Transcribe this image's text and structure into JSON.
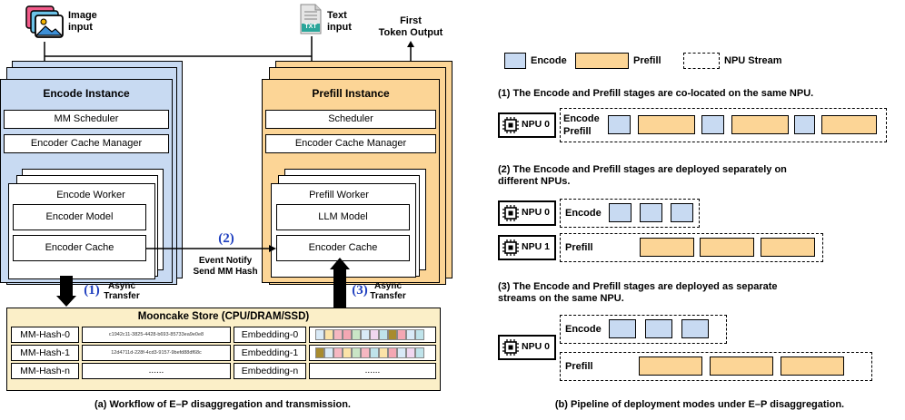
{
  "inputs": {
    "image": "Image\ninput",
    "text": "Text\ninput",
    "txt_icon": "TXT",
    "output": "First\nToken Output"
  },
  "encode": {
    "title": "Encode Instance",
    "scheduler": "MM Scheduler",
    "cache_manager": "Encoder Cache Manager",
    "worker": "Encode Worker",
    "model": "Encoder Model",
    "cache": "Encoder Cache"
  },
  "prefill": {
    "title": "Prefill Instance",
    "scheduler": "Scheduler",
    "cache_manager": "Encoder Cache Manager",
    "worker": "Prefill Worker",
    "model": "LLM Model",
    "cache": "Encoder Cache"
  },
  "steps": {
    "s1": "(1)",
    "s1_label": "Async\nTransfer",
    "s2": "(2)",
    "s2_label": "Event Notify\nSend MM Hash",
    "s3": "(3)",
    "s3_label": "Async\nTransfer"
  },
  "store": {
    "title": "Mooncake Store (CPU/DRAM/SSD)",
    "rows": [
      {
        "key": "MM-Hash-0",
        "hash": "c1942c11-3825-4428-b693-85733ea9e0e8",
        "emb": "Embedding-0"
      },
      {
        "key": "MM-Hash-1",
        "hash": "12d4711d-228f-4cd3-9157-9befd88df68c",
        "emb": "Embedding-1"
      },
      {
        "key": "MM-Hash-n",
        "hash": "......",
        "emb": "Embedding-n",
        "vec": "......"
      }
    ],
    "vec_colors": [
      [
        "#d9eaf7",
        "#fbe3a8",
        "#f6b7c1",
        "#f4a7b3",
        "#c9e5c6",
        "#d9eaf7",
        "#f0d7f0",
        "#bfe3ea",
        "#a88b2e",
        "#f4a7b3",
        "#d9eaf7",
        "#bfe3ea"
      ],
      [
        "#a88b2e",
        "#d9eaf7",
        "#f6b7c1",
        "#fbe3a8",
        "#c9e5c6",
        "#f6b7c1",
        "#bfe3ea",
        "#fbe3a8",
        "#f4a7b3",
        "#d9eaf7",
        "#f0d7f0",
        "#bfe3ea"
      ]
    ]
  },
  "caption_a": "(a) Workflow of E–P disaggregation and transmission.",
  "caption_b": "(b) Pipeline of deployment modes under E–P disaggregation.",
  "legend": {
    "encode": "Encode",
    "prefill": "Prefill",
    "stream": "NPU Stream"
  },
  "modes": {
    "m1": "(1) The Encode and Prefill stages are co-located on the same NPU.",
    "m2": "(2) The Encode and Prefill stages are deployed separately on\ndifferent NPUs.",
    "m3": "(3) The Encode and Prefill stages are deployed as separate\nstreams on the same NPU."
  },
  "npu": {
    "npu0": "NPU 0",
    "npu1": "NPU 1",
    "encode": "Encode",
    "prefill": "Prefill",
    "encode_prefill": "Encode\nPrefill"
  },
  "colors": {
    "encode": "#c8daf2",
    "prefill": "#fcd596",
    "store": "#fbefc8",
    "step_num": "#1f3fbf"
  }
}
